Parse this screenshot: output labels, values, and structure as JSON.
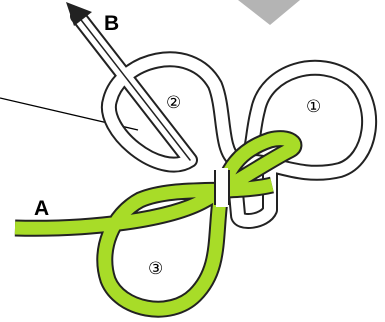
{
  "labels": {
    "end_a": "A",
    "end_b": "B",
    "loop_1": "①",
    "loop_2": "②",
    "loop_3": "③"
  },
  "colors": {
    "white_rope_fill": "#ffffff",
    "rope_outline": "#222222",
    "green_rope_fill": "#a8dc28",
    "pointer_shape": "#b4b4b4"
  }
}
